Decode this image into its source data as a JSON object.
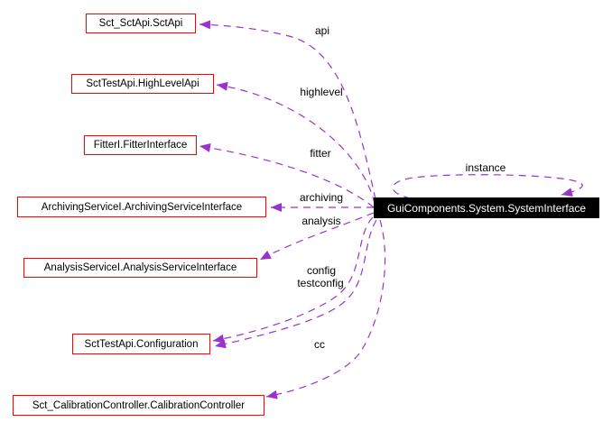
{
  "diagram": {
    "type": "collaboration-graph",
    "background_color": "#ffffff",
    "edge_color": "#9a32cd",
    "class_node_border_color": "#ff0000",
    "class_node_text_color": "#000000",
    "focus_node_bg_color": "#000000",
    "focus_node_text_color": "#ffffff",
    "focus_node": {
      "label": "GuiComponents.System.SystemInterface"
    },
    "nodes": [
      {
        "label": "Sct_SctApi.SctApi"
      },
      {
        "label": "SctTestApi.HighLevelApi"
      },
      {
        "label": "FitterI.FitterInterface"
      },
      {
        "label": "ArchivingServiceI.ArchivingServiceInterface"
      },
      {
        "label": "AnalysisServiceI.AnalysisServiceInterface"
      },
      {
        "label": "SctTestApi.Configuration"
      },
      {
        "label": "Sct_CalibrationController.CalibrationController"
      }
    ],
    "edges": [
      {
        "label": "api",
        "from": "GuiComponents.System.SystemInterface",
        "to": "Sct_SctApi.SctApi"
      },
      {
        "label": "highlevel",
        "from": "GuiComponents.System.SystemInterface",
        "to": "SctTestApi.HighLevelApi"
      },
      {
        "label": "fitter",
        "from": "GuiComponents.System.SystemInterface",
        "to": "FitterI.FitterInterface"
      },
      {
        "label": "archiving",
        "from": "GuiComponents.System.SystemInterface",
        "to": "ArchivingServiceI.ArchivingServiceInterface"
      },
      {
        "label": "analysis",
        "from": "GuiComponents.System.SystemInterface",
        "to": "AnalysisServiceI.AnalysisServiceInterface"
      },
      {
        "label": "config",
        "from": "GuiComponents.System.SystemInterface",
        "to": "SctTestApi.Configuration"
      },
      {
        "label": "testconfig",
        "from": "GuiComponents.System.SystemInterface",
        "to": "SctTestApi.Configuration"
      },
      {
        "label": "cc",
        "from": "GuiComponents.System.SystemInterface",
        "to": "Sct_CalibrationController.CalibrationController"
      },
      {
        "label": "instance",
        "from": "GuiComponents.System.SystemInterface",
        "to": "GuiComponents.System.SystemInterface"
      }
    ]
  }
}
